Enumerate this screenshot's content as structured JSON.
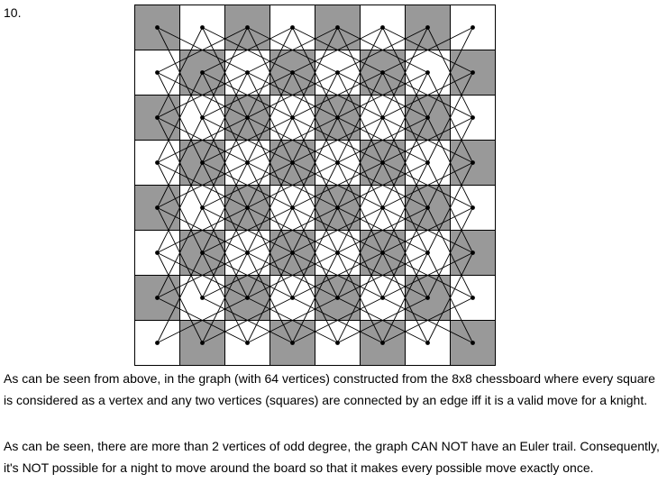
{
  "problem_number": "10.",
  "board": {
    "rows": 8,
    "cols": 8,
    "dark_color": "#999999",
    "light_color": "#ffffff",
    "edge_color": "#000000",
    "top_left_dark": true
  },
  "paragraphs": [
    "As can be seen from above, in the graph (with 64 vertices) constructed from the 8x8 chessboard where every square is considered as a vertex and any two vertices (squares) are connected by an edge iff it is a valid move for a knight.",
    "As can be seen, there are more than 2 vertices of odd degree, the graph CAN NOT have an Euler trail. Consequently, it's NOT possible for a night to move around the board so that it makes every possible move exactly once."
  ]
}
